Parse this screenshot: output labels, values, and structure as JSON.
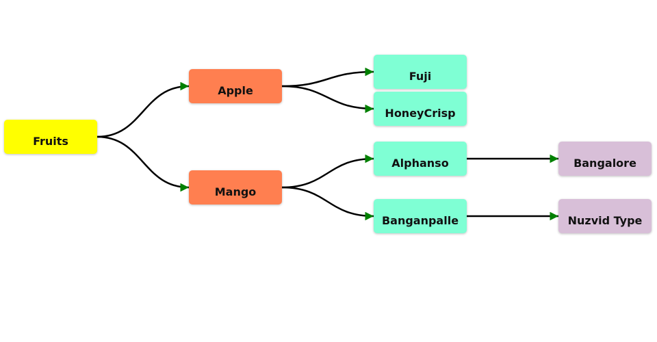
{
  "diagram": {
    "type": "tree",
    "colors": {
      "root": "#ffff00",
      "level1": "#ff7f50",
      "level2": "#7fffd4",
      "level3": "#d8bfd8",
      "edge": "#000000",
      "arrowhead": "#008000"
    },
    "nodes": [
      {
        "id": "fruits",
        "label": "Fruits",
        "level": 0
      },
      {
        "id": "apple",
        "label": "Apple",
        "level": 1
      },
      {
        "id": "mango",
        "label": "Mango",
        "level": 1
      },
      {
        "id": "fuji",
        "label": "Fuji",
        "level": 2
      },
      {
        "id": "honeycrisp",
        "label": "HoneyCrisp",
        "level": 2
      },
      {
        "id": "alphanso",
        "label": "Alphanso",
        "level": 2
      },
      {
        "id": "banganpalle",
        "label": "Banganpalle",
        "level": 2
      },
      {
        "id": "bangalore",
        "label": "Bangalore",
        "level": 3
      },
      {
        "id": "nuzvid",
        "label": "Nuzvid Type",
        "level": 3
      }
    ],
    "edges": [
      {
        "from": "fruits",
        "to": "apple"
      },
      {
        "from": "fruits",
        "to": "mango"
      },
      {
        "from": "apple",
        "to": "fuji"
      },
      {
        "from": "apple",
        "to": "honeycrisp"
      },
      {
        "from": "mango",
        "to": "alphanso"
      },
      {
        "from": "mango",
        "to": "banganpalle"
      },
      {
        "from": "alphanso",
        "to": "bangalore"
      },
      {
        "from": "banganpalle",
        "to": "nuzvid"
      }
    ]
  }
}
